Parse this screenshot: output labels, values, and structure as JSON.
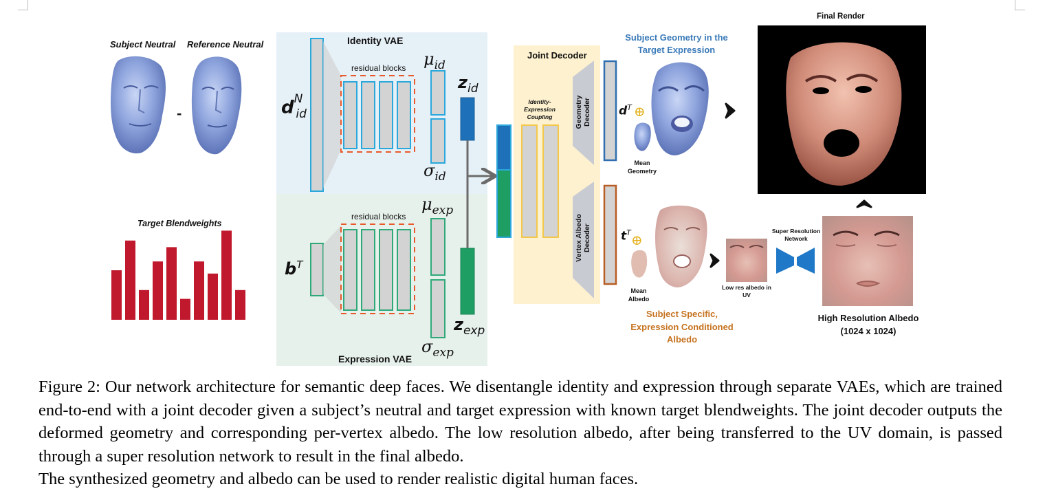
{
  "labels": {
    "subject_neutral": "Subject Neutral",
    "reference_neutral": "Reference Neutral",
    "minus": "-",
    "identity_vae": "Identity VAE",
    "expression_vae": "Expression VAE",
    "residual_blocks_top": "residual blocks",
    "residual_blocks_bottom": "residual blocks",
    "target_blendweights": "Target Blendweights",
    "joint_decoder": "Joint Decoder",
    "identity_expression_coupling": "Identity-Expression Coupling",
    "geometry_decoder": "Geometry Decoder",
    "vertex_albedo_decoder": "Vertex Albedo Decoder",
    "subject_geometry": "Subject Geometry in the Target Expression",
    "final_render": "Final Render",
    "mean_geometry": "Mean Geometry",
    "mean_albedo": "Mean Albedo",
    "subject_specific_albedo": "Subject Specific, Expression Conditioned Albedo",
    "low_res_albedo": "Low res albedo in UV",
    "super_resolution_network": "Super Resolution Network",
    "high_resolution_albedo": "High Resolution Albedo",
    "high_resolution_size": "(1024 x 1024)"
  },
  "symbols": {
    "d": "d",
    "d_sup": "N",
    "d_sub": "id",
    "b": "b",
    "b_sup": "T",
    "mu_id": "μ",
    "mu_id_sub": "id",
    "sigma_id": "σ",
    "sigma_id_sub": "id",
    "mu_exp": "μ",
    "mu_exp_sub": "exp",
    "sigma_exp": "σ",
    "sigma_exp_sub": "exp",
    "z_id": "z",
    "z_id_sub": "id",
    "z_exp": "z",
    "z_exp_sub": "exp",
    "dT": "d",
    "dT_sup": "T",
    "tT": "t",
    "tT_sup": "T",
    "oplus": "⊕"
  },
  "blendweights": [
    0.45,
    0.72,
    0.27,
    0.53,
    0.66,
    0.19,
    0.53,
    0.42,
    0.81,
    0.27
  ],
  "caption": "Figure 2: Our network architecture for semantic deep faces. We disentangle identity and expression through separate VAEs, which are trained end-to-end with a joint decoder given a subject’s neutral and target expression with known target blendweights. The joint decoder outputs the deformed geometry and corresponding per-vertex albedo. The low resolution albedo, after being transferred to the UV domain, is passed through a super resolution network to result in the final albedo.",
  "caption_last": "The synthesized geometry and albedo can be used to render realistic digital human faces.",
  "colors": {
    "identity_bg": "#e6f0f7",
    "expression_bg": "#e7f1eb",
    "joint_bg": "#fdf1cf",
    "blue": "#2aa7db",
    "green": "#2fa97a",
    "orange": "#e8592b",
    "yellow": "#f3c84a",
    "bar_red": "#c0182c",
    "geometry_title": "#3a7ab8",
    "albedo_title": "#c5721f"
  }
}
